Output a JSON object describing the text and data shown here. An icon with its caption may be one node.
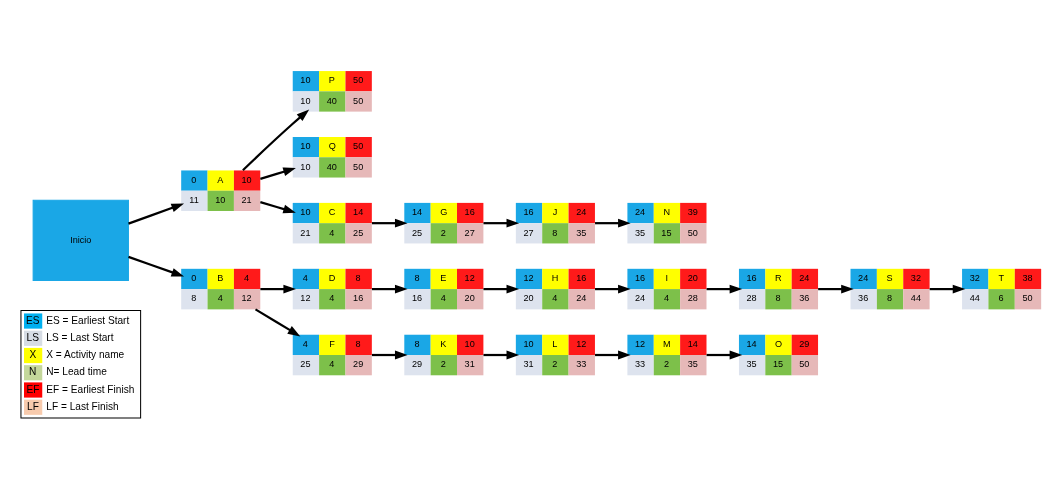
{
  "diagram": {
    "nodes": [
      {
        "text": [
          "Inicio"
        ]
      },
      {
        "text": [
          "10",
          "P",
          "50",
          "10",
          "40",
          "50"
        ]
      },
      {
        "text": [
          "10",
          "Q",
          "50",
          "10",
          "40",
          "50"
        ]
      },
      {
        "text": [
          "0",
          "A",
          "10",
          "11",
          "10",
          "21"
        ]
      },
      {
        "text": [
          "10",
          "C",
          "14",
          "21",
          "4",
          "25"
        ]
      },
      {
        "text": [
          "14",
          "G",
          "16",
          "25",
          "2",
          "27"
        ]
      },
      {
        "text": [
          "16",
          "J",
          "24",
          "27",
          "8",
          "35"
        ]
      },
      {
        "text": [
          "24",
          "N",
          "39",
          "35",
          "15",
          "50"
        ]
      },
      {
        "text": [
          "0",
          "B",
          "4",
          "8",
          "4",
          "12"
        ]
      },
      {
        "text": [
          "4",
          "D",
          "8",
          "12",
          "4",
          "16"
        ]
      },
      {
        "text": [
          "8",
          "E",
          "12",
          "16",
          "4",
          "20"
        ]
      },
      {
        "text": [
          "12",
          "H",
          "16",
          "20",
          "4",
          "24"
        ]
      },
      {
        "text": [
          "16",
          "I",
          "20",
          "24",
          "4",
          "28"
        ]
      },
      {
        "text": [
          "16",
          "R",
          "24",
          "28",
          "8",
          "36"
        ]
      },
      {
        "text": [
          "24",
          "S",
          "32",
          "36",
          "8",
          "44"
        ]
      },
      {
        "text": [
          "32",
          "T",
          "38",
          "44",
          "6",
          "50"
        ]
      },
      {
        "text": [
          "4",
          "F",
          "8",
          "25",
          "4",
          "29"
        ]
      },
      {
        "text": [
          "8",
          "K",
          "10",
          "29",
          "2",
          "31"
        ]
      },
      {
        "text": [
          "10",
          "L",
          "12",
          "31",
          "2",
          "33"
        ]
      },
      {
        "text": [
          "12",
          "M",
          "14",
          "33",
          "2",
          "35"
        ]
      },
      {
        "text": [
          "14",
          "O",
          "29",
          "35",
          "15",
          "50"
        ]
      }
    ],
    "edges": [
      {
        "from": 0,
        "to": 3,
        "arrow": "to"
      },
      {
        "from": 0,
        "to": 8,
        "arrow": "to"
      },
      {
        "from": 3,
        "to": 1,
        "arrow": "to"
      },
      {
        "from": 3,
        "to": 2,
        "arrow": "to"
      },
      {
        "from": 3,
        "to": 4,
        "arrow": "to"
      },
      {
        "from": 4,
        "to": 5,
        "arrow": "to"
      },
      {
        "from": 5,
        "to": 6,
        "arrow": "to"
      },
      {
        "from": 6,
        "to": 7,
        "arrow": "to"
      },
      {
        "from": 8,
        "to": 9,
        "arrow": "to"
      },
      {
        "from": 8,
        "to": 16,
        "arrow": "to"
      },
      {
        "from": 9,
        "to": 10,
        "arrow": "to"
      },
      {
        "from": 10,
        "to": 11,
        "arrow": "to"
      },
      {
        "from": 11,
        "to": 12,
        "arrow": "to"
      },
      {
        "from": 12,
        "to": 13,
        "arrow": "to"
      },
      {
        "from": 13,
        "to": 14,
        "arrow": "to"
      },
      {
        "from": 14,
        "to": 15,
        "arrow": "to"
      },
      {
        "from": 16,
        "to": 17,
        "arrow": "to"
      },
      {
        "from": 17,
        "to": 18,
        "arrow": "to"
      },
      {
        "from": 18,
        "to": 19,
        "arrow": "to"
      },
      {
        "from": 19,
        "to": 20,
        "arrow": "to"
      }
    ],
    "labels": [
      "ES",
      "LS",
      "X",
      "N",
      "EF",
      "LF"
    ],
    "legend": [
      {
        "text": "ES = Earliest Start",
        "color": "#00b0f0"
      },
      {
        "text": "LS = Last Start",
        "color": "#d6dce4"
      },
      {
        "text": "X = Activity name",
        "color": "#ffff00"
      },
      {
        "text": "N= Lead time",
        "color": "#c4d79b"
      },
      {
        "text": "EF = Earliest Finish",
        "color": "#ff0000"
      },
      {
        "text": "LF = Last Finish",
        "color": "#f8cbad"
      }
    ]
  }
}
